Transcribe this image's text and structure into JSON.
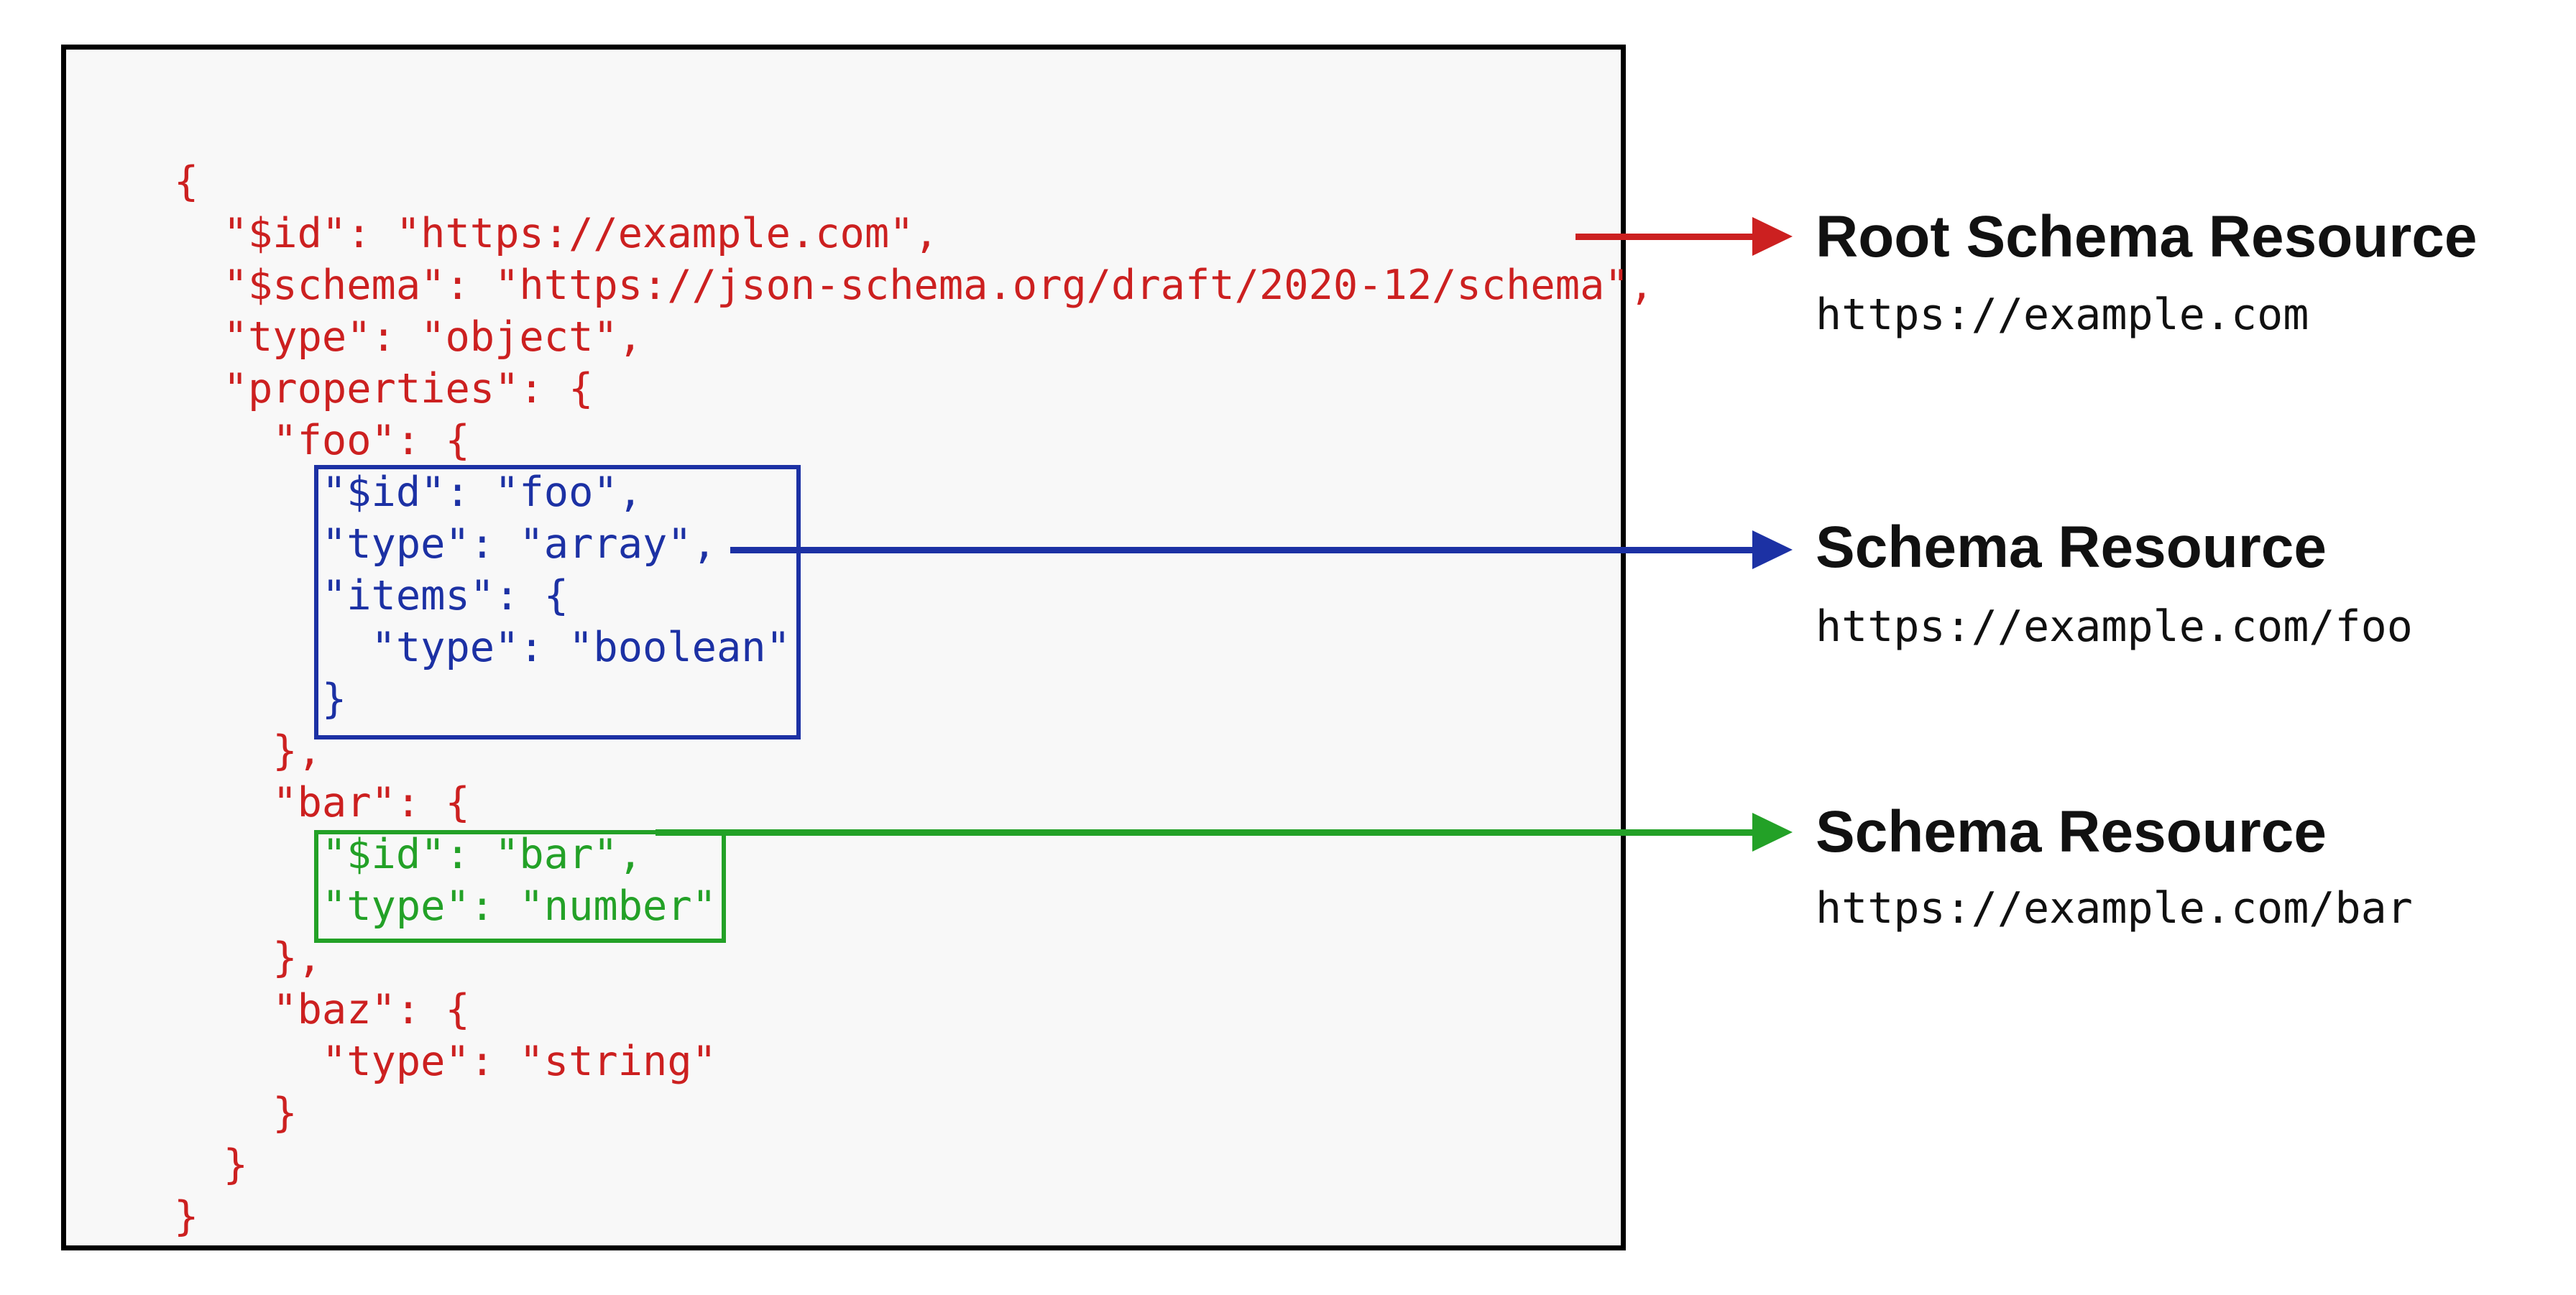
{
  "diagram": {
    "description": "JSON Schema embedded resources diagram",
    "colors": {
      "red": "#cc2020",
      "arrow_red": "#d81f1f",
      "blue": "#1c31a4",
      "green": "#23a127",
      "code_bg": "#f8f8f8",
      "box_border": "#000000",
      "label_text": "#111111"
    },
    "code": {
      "lines": [
        {
          "text": "{",
          "color": "red"
        },
        {
          "text": "  \"$id\": \"https://example.com\",",
          "color": "red"
        },
        {
          "text": "  \"$schema\": \"https://json-schema.org/draft/2020-12/schema\",",
          "color": "red"
        },
        {
          "text": "  \"type\": \"object\",",
          "color": "red"
        },
        {
          "text": "  \"properties\": {",
          "color": "red"
        },
        {
          "text": "    \"foo\": {",
          "color": "red"
        },
        {
          "text": "      \"$id\": \"foo\",",
          "color": "blue"
        },
        {
          "text": "      \"type\": \"array\",",
          "color": "blue"
        },
        {
          "text": "      \"items\": {",
          "color": "blue"
        },
        {
          "text": "        \"type\": \"boolean\"",
          "color": "blue"
        },
        {
          "text": "      }",
          "color": "blue"
        },
        {
          "text": "    },",
          "color": "red"
        },
        {
          "text": "    \"bar\": {",
          "color": "red"
        },
        {
          "text": "      \"$id\": \"bar\",",
          "color": "green"
        },
        {
          "text": "      \"type\": \"number\"",
          "color": "green"
        },
        {
          "text": "    },",
          "color": "red"
        },
        {
          "text": "    \"baz\": {",
          "color": "red"
        },
        {
          "text": "      \"type\": \"string\"",
          "color": "red"
        },
        {
          "text": "    }",
          "color": "red"
        },
        {
          "text": "  }",
          "color": "red"
        },
        {
          "text": "}",
          "color": "red"
        }
      ]
    },
    "annotations": [
      {
        "title": "Root Schema Resource",
        "url": "https://example.com",
        "arrow_color": "red"
      },
      {
        "title": "Schema Resource",
        "url": "https://example.com/foo",
        "arrow_color": "blue"
      },
      {
        "title": "Schema Resource",
        "url": "https://example.com/bar",
        "arrow_color": "green"
      }
    ]
  }
}
